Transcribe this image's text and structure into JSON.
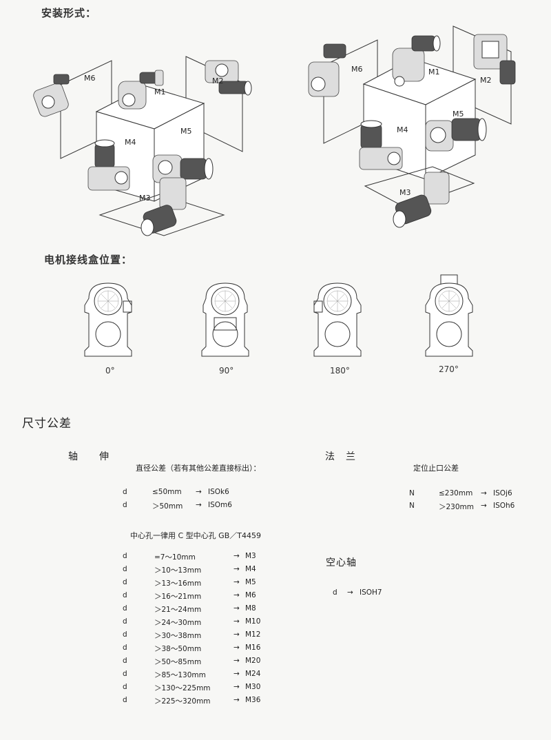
{
  "install": {
    "title": "安装形式：",
    "labels": {
      "m1": "M1",
      "m2": "M2",
      "m3": "M3",
      "m4": "M4",
      "m5": "M5",
      "m6": "M6"
    }
  },
  "terminal": {
    "title": "电机接线盒位置：",
    "angles": [
      "0°",
      "90°",
      "180°",
      "270°"
    ]
  },
  "tolerance": {
    "title": "尺寸公差",
    "shaft": {
      "heading": "轴　　伸",
      "diameter_note": "直径公差（若有其他公差直接标出）：",
      "diameter_rows": [
        {
          "sym": "d",
          "cond": "≤50mm",
          "arrow": "→",
          "res": "ISOk6"
        },
        {
          "sym": "d",
          "cond": "＞50mm",
          "arrow": "→",
          "res": "ISOm6"
        }
      ],
      "center_note": "中心孔一律用 C 型中心孔 GB／T4459",
      "center_rows": [
        {
          "sym": "d",
          "cond": "=7～10mm",
          "arrow": "→",
          "res": "M3"
        },
        {
          "sym": "d",
          "cond": "＞10～13mm",
          "arrow": "→",
          "res": "M4"
        },
        {
          "sym": "d",
          "cond": "＞13～16mm",
          "arrow": "→",
          "res": "M5"
        },
        {
          "sym": "d",
          "cond": "＞16～21mm",
          "arrow": "→",
          "res": "M6"
        },
        {
          "sym": "d",
          "cond": "＞21～24mm",
          "arrow": "→",
          "res": "M8"
        },
        {
          "sym": "d",
          "cond": "＞24～30mm",
          "arrow": "→",
          "res": "M10"
        },
        {
          "sym": "d",
          "cond": "＞30～38mm",
          "arrow": "→",
          "res": "M12"
        },
        {
          "sym": "d",
          "cond": "＞38～50mm",
          "arrow": "→",
          "res": "M16"
        },
        {
          "sym": "d",
          "cond": "＞50～85mm",
          "arrow": "→",
          "res": "M20"
        },
        {
          "sym": "d",
          "cond": "＞85～130mm",
          "arrow": "→",
          "res": "M24"
        },
        {
          "sym": "d",
          "cond": "＞130～225mm",
          "arrow": "→",
          "res": "M30"
        },
        {
          "sym": "d",
          "cond": "＞225～320mm",
          "arrow": "→",
          "res": "M36"
        }
      ]
    },
    "flange": {
      "heading": "法　兰",
      "note": "定位止口公差",
      "rows": [
        {
          "sym": "N",
          "cond": "≤230mm",
          "arrow": "→",
          "res": "ISOj6"
        },
        {
          "sym": "N",
          "cond": "＞230mm",
          "arrow": "→",
          "res": "ISOh6"
        }
      ]
    },
    "hollow": {
      "heading": "空心轴",
      "row": {
        "sym": "d",
        "arrow": "→",
        "res": "ISOH7"
      }
    }
  }
}
